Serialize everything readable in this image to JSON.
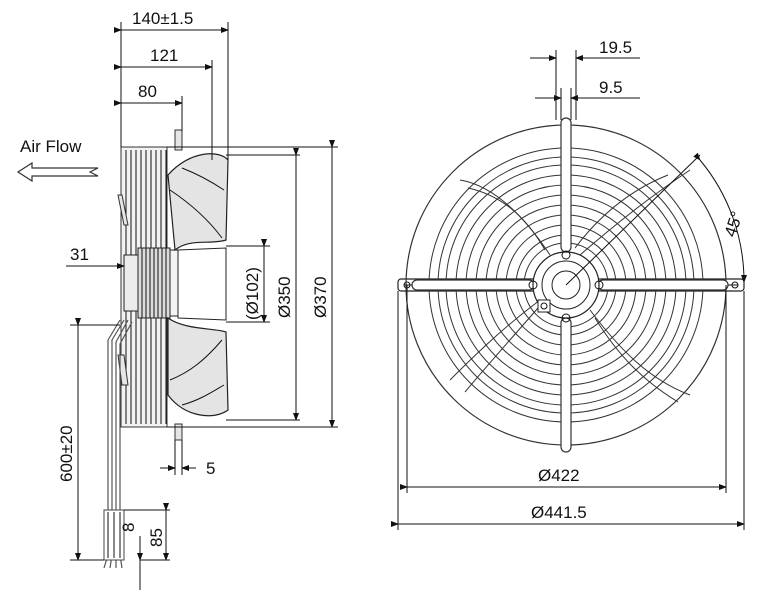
{
  "side_view": {
    "air_flow_label": "Air Flow",
    "dim_total_depth": "140±1.5",
    "dim_depth_121": "121",
    "dim_depth_80": "80",
    "dim_31": "31",
    "dim_hub": "(Ø102)",
    "dim_350": "Ø350",
    "dim_370": "Ø370",
    "dim_5": "5",
    "dim_cable": "600±20",
    "dim_8": "8",
    "dim_85": "85"
  },
  "front_view": {
    "dim_slot_19_5": "19.5",
    "dim_slot_9_5": "9.5",
    "dim_angle": "45°",
    "dim_422": "Ø422",
    "dim_441_5": "Ø441.5"
  }
}
